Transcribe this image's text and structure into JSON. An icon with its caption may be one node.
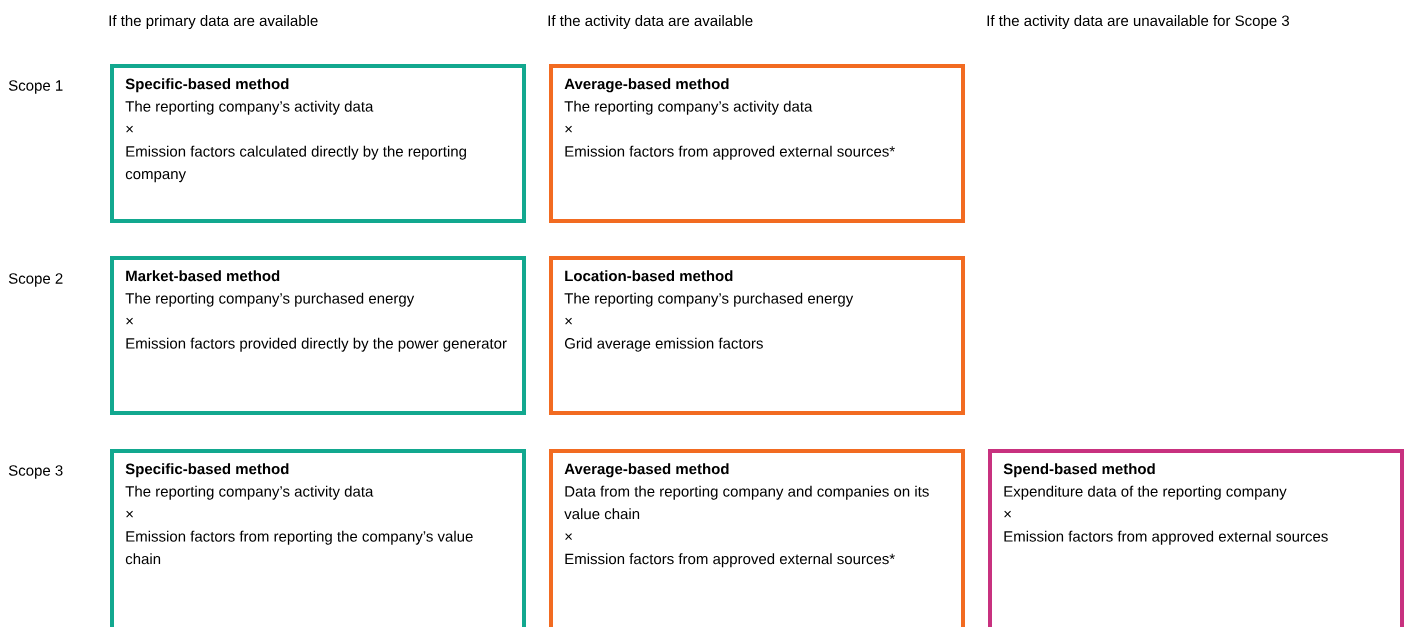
{
  "diagram": {
    "nodes": [
      {
        "text": [
          "Specific-based method",
          "The reporting company’s activity data",
          "×",
          "Emission factors calculated directly by the reporting company"
        ]
      },
      {
        "text": [
          "Average-based method",
          "The reporting company’s activity data",
          "×",
          "Emission factors from approved external sources*"
        ]
      },
      {
        "text": [
          "Market-based method",
          "The reporting company’s purchased energy",
          "×",
          "Emission factors provided directly by the power generator"
        ]
      },
      {
        "text": [
          "Location-based method",
          "The reporting company’s purchased energy",
          "×",
          "Grid average emission factors"
        ]
      },
      {
        "text": [
          "Specific-based method",
          "The reporting company’s activity data",
          "×",
          "Emission factors from reporting the company’s value chain"
        ]
      },
      {
        "text": [
          "Average-based method",
          "Data from the reporting company and companies on its value chain",
          "×",
          "Emission factors from approved external sources*"
        ]
      },
      {
        "text": [
          "Spend-based method",
          "Expenditure data of the reporting company",
          "×",
          "Emission factors from approved external sources"
        ]
      }
    ],
    "labels": [
      "If the primary data are available",
      "If the activity data are available",
      "If the activity data are unavailable for Scope 3",
      "Scope 1",
      "Scope 2",
      "Scope 3"
    ]
  }
}
